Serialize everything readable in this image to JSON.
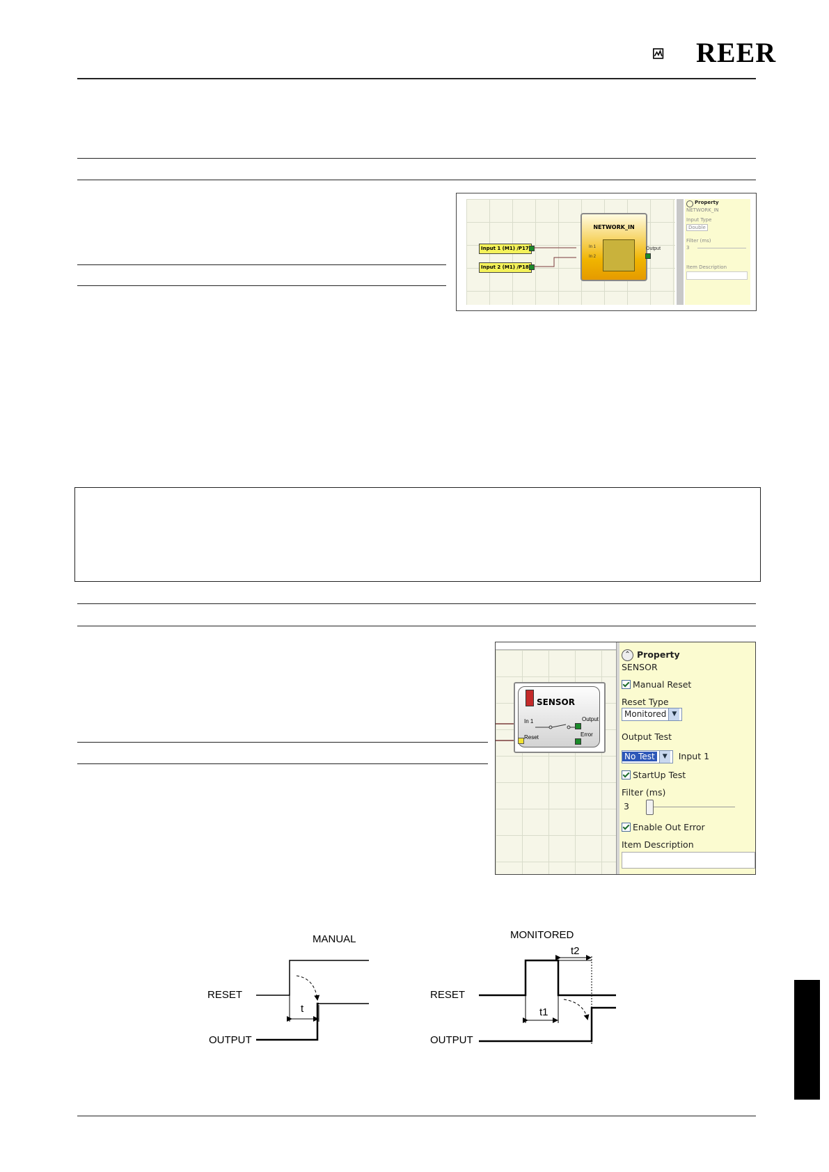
{
  "header": {
    "brand": "REER"
  },
  "figure1": {
    "block_title": "NETWORK_IN",
    "input1_label": "Input 1 (M1) /P17",
    "input2_label": "Input 2 (M1) /P18",
    "port_in1": "In 1",
    "port_in2": "In 2",
    "port_output": "Output",
    "panel": {
      "title": "Property",
      "subtitle": "NETWORK_IN",
      "input_type_label": "Input Type",
      "input_type_value": "Double",
      "filter_label": "Filter (ms)",
      "filter_value": "3",
      "item_description_label": "Item Description"
    }
  },
  "figure2": {
    "block_title": "SENSOR",
    "port_in1": "In 1",
    "port_reset": "Reset",
    "port_output": "Output",
    "port_error": "Error",
    "panel": {
      "title": "Property",
      "subtitle": "SENSOR",
      "manual_reset": "Manual Reset",
      "reset_type_label": "Reset Type",
      "reset_type_value": "Monitored",
      "output_test_label": "Output Test",
      "output_test_value": "No Test",
      "output_test_input": "Input 1",
      "startup_test": "StartUp Test",
      "filter_label": "Filter (ms)",
      "filter_value": "3",
      "enable_out_error": "Enable Out Error",
      "item_description_label": "Item Description"
    }
  },
  "timing": {
    "manual": {
      "title": "MANUAL",
      "reset": "RESET",
      "output": "OUTPUT",
      "t": "t"
    },
    "monitored": {
      "title": "MONITORED",
      "reset": "RESET",
      "output": "OUTPUT",
      "t1": "t1",
      "t2": "t2"
    }
  }
}
